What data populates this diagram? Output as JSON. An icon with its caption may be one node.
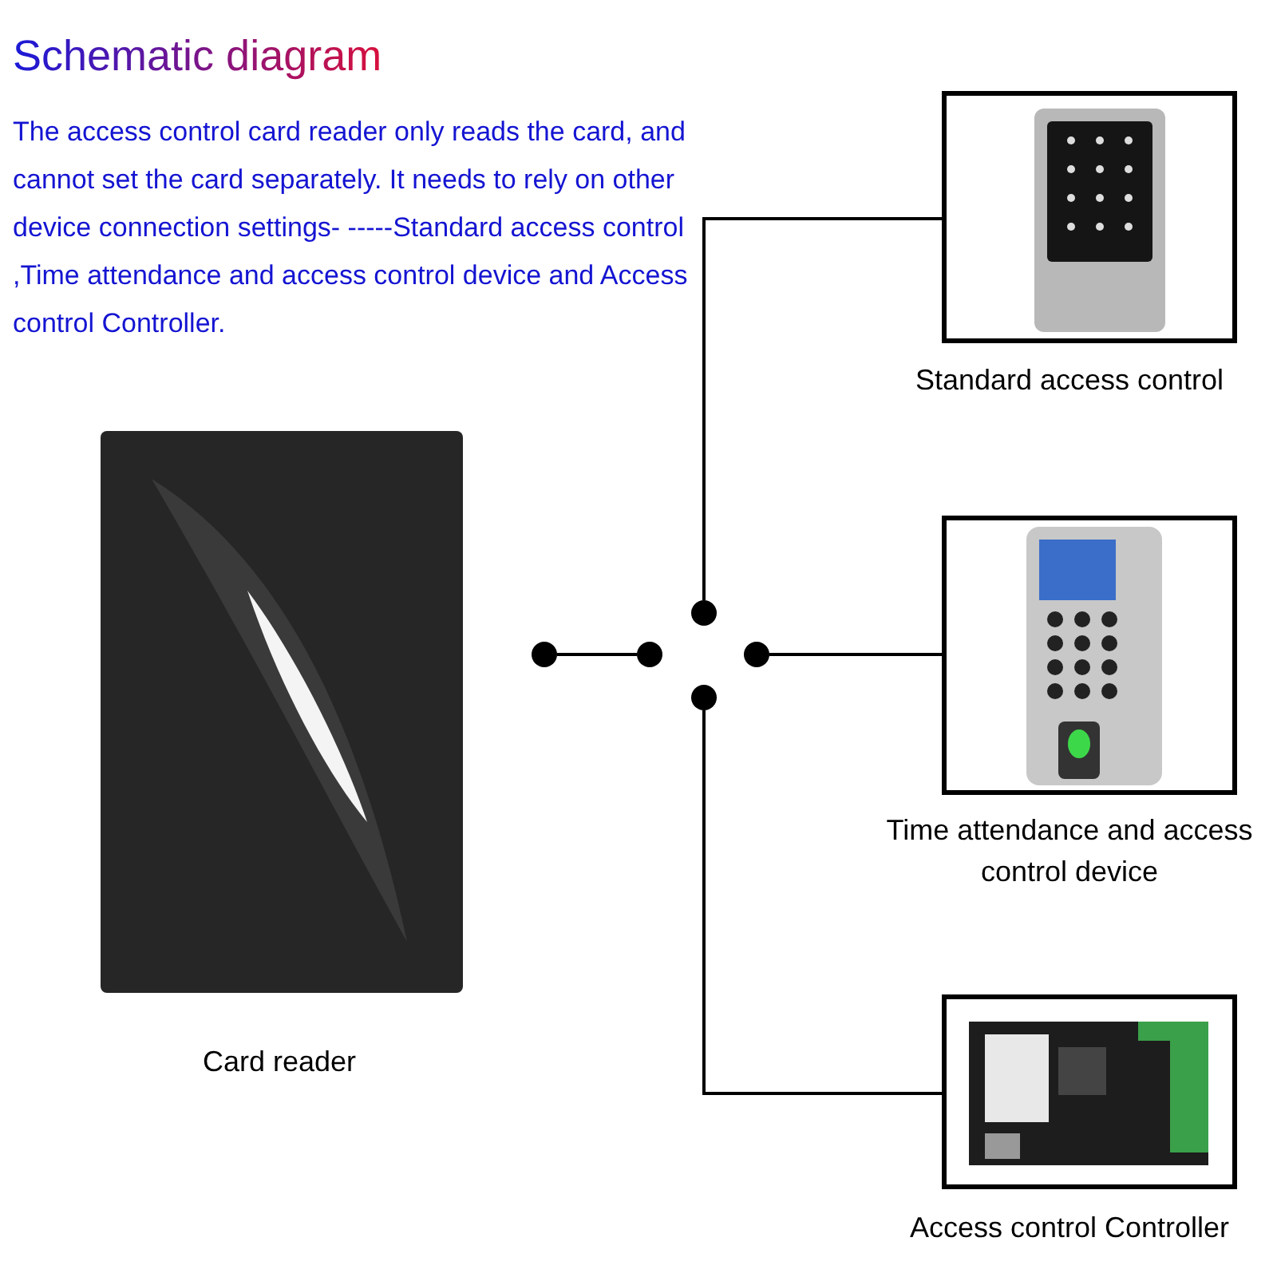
{
  "diagram": {
    "title": "Schematic diagram",
    "nodes": [
      {
        "text": [
          "Card reader"
        ]
      },
      {
        "text": [
          "Standard access control"
        ]
      },
      {
        "text": [
          "Time attendance and access control device"
        ]
      },
      {
        "text": [
          "Access control Controller"
        ]
      },
      {
        "text": [],
        "shape": "circle"
      },
      {
        "text": [],
        "shape": "circle"
      },
      {
        "text": [],
        "shape": "circle"
      },
      {
        "text": [],
        "shape": "circle"
      },
      {
        "text": [],
        "shape": "circle"
      }
    ],
    "edges": [
      {
        "from": 4,
        "to": 5,
        "arrow": "none"
      },
      {
        "from": 6,
        "to": 1,
        "arrow": "none"
      },
      {
        "from": 7,
        "to": 2,
        "arrow": "none"
      },
      {
        "from": 8,
        "to": 3,
        "arrow": "none"
      }
    ],
    "labels": [
      "The access control card reader only reads the card, and cannot set the card separately. It needs to rely on other device connection settings- -----Standard access control ,Time attendance and access control device and Access control Controller."
    ]
  }
}
